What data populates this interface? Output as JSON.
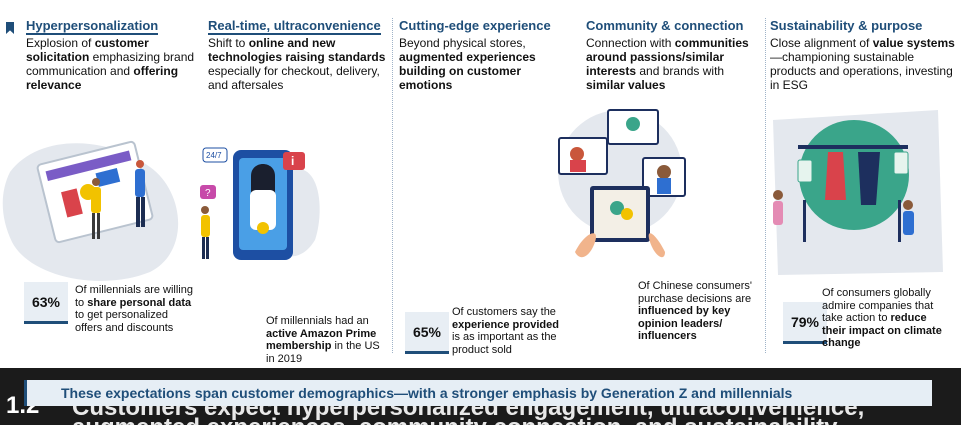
{
  "columns": [
    {
      "title": "Hyperpersonalization",
      "desc_parts": [
        [
          "Explosion of ",
          false
        ],
        [
          "customer solicitation",
          true
        ],
        [
          " emphasizing brand communication and ",
          false
        ],
        [
          "offering relevance",
          true
        ]
      ],
      "stat_value": "63%",
      "stat_parts": [
        [
          "Of millennials are willing to ",
          false
        ],
        [
          "share personal data",
          true
        ],
        [
          " to get personalized offers and discounts",
          false
        ]
      ]
    },
    {
      "title": "Real-time, ultraconvenience",
      "desc_parts": [
        [
          "Shift to ",
          false
        ],
        [
          "online and new technologies raising standards",
          true
        ],
        [
          " especially for checkout, delivery, and aftersales",
          false
        ]
      ],
      "stat_value": "",
      "stat_parts": [
        [
          "Of millennials had an ",
          false
        ],
        [
          "active Amazon Prime membership",
          true
        ],
        [
          " in the US in 2019",
          false
        ]
      ]
    },
    {
      "title": "Cutting-edge experience",
      "desc_parts": [
        [
          "Beyond physical stores, ",
          false
        ],
        [
          "augmented experiences building on customer emotions",
          true
        ]
      ],
      "stat_value": "65%",
      "stat_parts": [
        [
          "Of customers say the ",
          false
        ],
        [
          "experience provided",
          true
        ],
        [
          " is as important as the product sold",
          false
        ]
      ]
    },
    {
      "title": "Community & connection",
      "desc_parts": [
        [
          "Connection with ",
          false
        ],
        [
          "communities around passions/similar interests",
          true
        ],
        [
          " and brands with ",
          false
        ],
        [
          "similar values",
          true
        ]
      ],
      "stat_value": "",
      "stat_parts": [
        [
          "Of Chinese consumers' purchase decisions are ",
          false
        ],
        [
          "influenced by key opinion leaders/ influencers",
          true
        ]
      ]
    },
    {
      "title": "Sustainability & purpose",
      "desc_parts": [
        [
          "Close alignment of ",
          false
        ],
        [
          "value systems",
          true
        ],
        [
          " —championing sustainable products and operations, investing in ESG",
          false
        ]
      ],
      "stat_value": "79%",
      "stat_parts": [
        [
          "Of consumers globally admire companies that take action to ",
          false
        ],
        [
          "reduce their impact on climate change",
          true
        ]
      ]
    }
  ],
  "illustrations": {
    "hyper": "shopping-screen-illustration",
    "realtime": "phone-support-illustration",
    "community": "video-call-tablet-illustration",
    "sustain": "globe-clothes-rack-illustration"
  },
  "footer": {
    "section_number": "1.2",
    "callout": "These expectations span customer demographics—with a stronger emphasis by Generation Z and millennials",
    "title_line1": "Customers expect hyperpersonalized engagement, ultraconvenience,",
    "title_line2": "augmented experiences, community connection, and sustainability"
  },
  "colors": {
    "accent": "#1f4e79",
    "stat_bg": "#e8eef4",
    "blob": "#e4e8ee",
    "teal": "#3aa58a"
  }
}
